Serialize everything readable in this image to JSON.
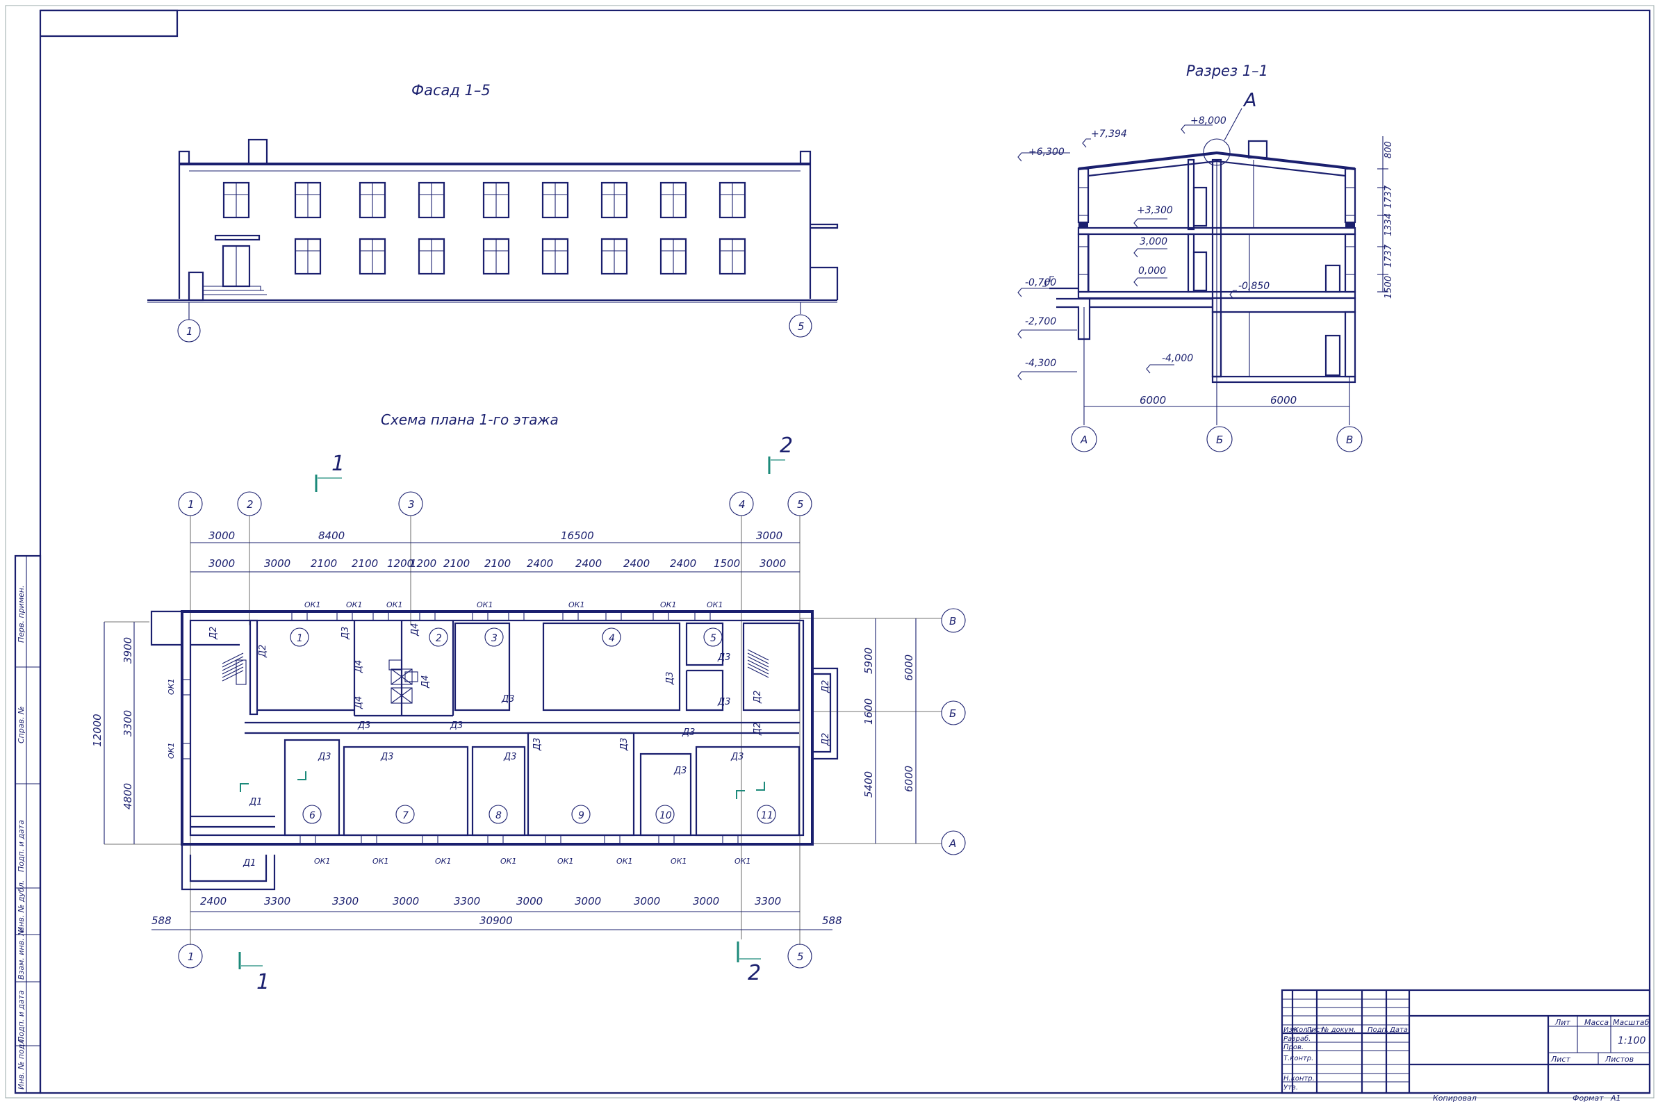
{
  "titles": {
    "facade": "Фасад 1–5",
    "section": "Разрез 1–1",
    "plan": "Схема плана 1-го этажа",
    "node_callout": "А"
  },
  "facade_axes": [
    "1",
    "5"
  ],
  "section": {
    "axes": [
      "А",
      "Б",
      "В"
    ],
    "spans": [
      "6000",
      "6000"
    ],
    "elevations": [
      "+6,300",
      "+7,394",
      "+8,000",
      "+3,300",
      "3,000",
      "0,000",
      "-0,700",
      "-0,850",
      "-2,700",
      "-4,000",
      "-4,300"
    ],
    "height_dims": [
      "800",
      "1737",
      "1334",
      "1737",
      "1500"
    ]
  },
  "plan": {
    "axes_x": [
      "1",
      "2",
      "3",
      "4",
      "5"
    ],
    "axes_y": [
      "В",
      "Б",
      "А"
    ],
    "top_chain_1": [
      "3000",
      "8400",
      "16500",
      "3000"
    ],
    "top_chain_2": [
      "3000",
      "3000",
      "2100",
      "2100",
      "1200",
      "1200",
      "2100",
      "2100",
      "2400",
      "2400",
      "2400",
      "2400",
      "1500",
      "3000"
    ],
    "bottom_chain": [
      "2400",
      "3300",
      "3300",
      "3000",
      "3300",
      "3000",
      "3000",
      "3000",
      "3000",
      "3300"
    ],
    "total_width": "30900",
    "edge_offsets": [
      "588",
      "588"
    ],
    "left_dims": [
      "12000",
      "3900",
      "3300",
      "4800"
    ],
    "right_dims": [
      "5900",
      "1600",
      "5400"
    ],
    "right_outer_dims": [
      "6000",
      "6000"
    ],
    "rooms": [
      "1",
      "2",
      "3",
      "4",
      "5",
      "6",
      "7",
      "8",
      "9",
      "10",
      "11"
    ],
    "window_mark": "ОК1",
    "door_marks": [
      "Д1",
      "Д2",
      "Д3",
      "Д4"
    ],
    "cut_marks": [
      "1",
      "2"
    ]
  },
  "title_block": {
    "col_headers": [
      "Изм",
      "Кол.уч",
      "Лист",
      "№ докум.",
      "Подп.",
      "Дата"
    ],
    "row_labels": [
      "Разраб.",
      "Пров.",
      "Т.контр.",
      "Н.контр.",
      "Утв."
    ],
    "right_headers": [
      "Лит",
      "Масса",
      "Масштаб"
    ],
    "scale": "1:100",
    "sheet_labels": [
      "Лист",
      "Листов"
    ],
    "footer_left": "Копировал",
    "footer_format": "Формат",
    "format_value": "А1"
  },
  "side_stamps": [
    "Перв. примен.",
    "Справ. №",
    "Подп. и дата",
    "Инв. № дубл.",
    "Взам. инв. №",
    "Подп. и дата",
    "Инв. № подл."
  ]
}
